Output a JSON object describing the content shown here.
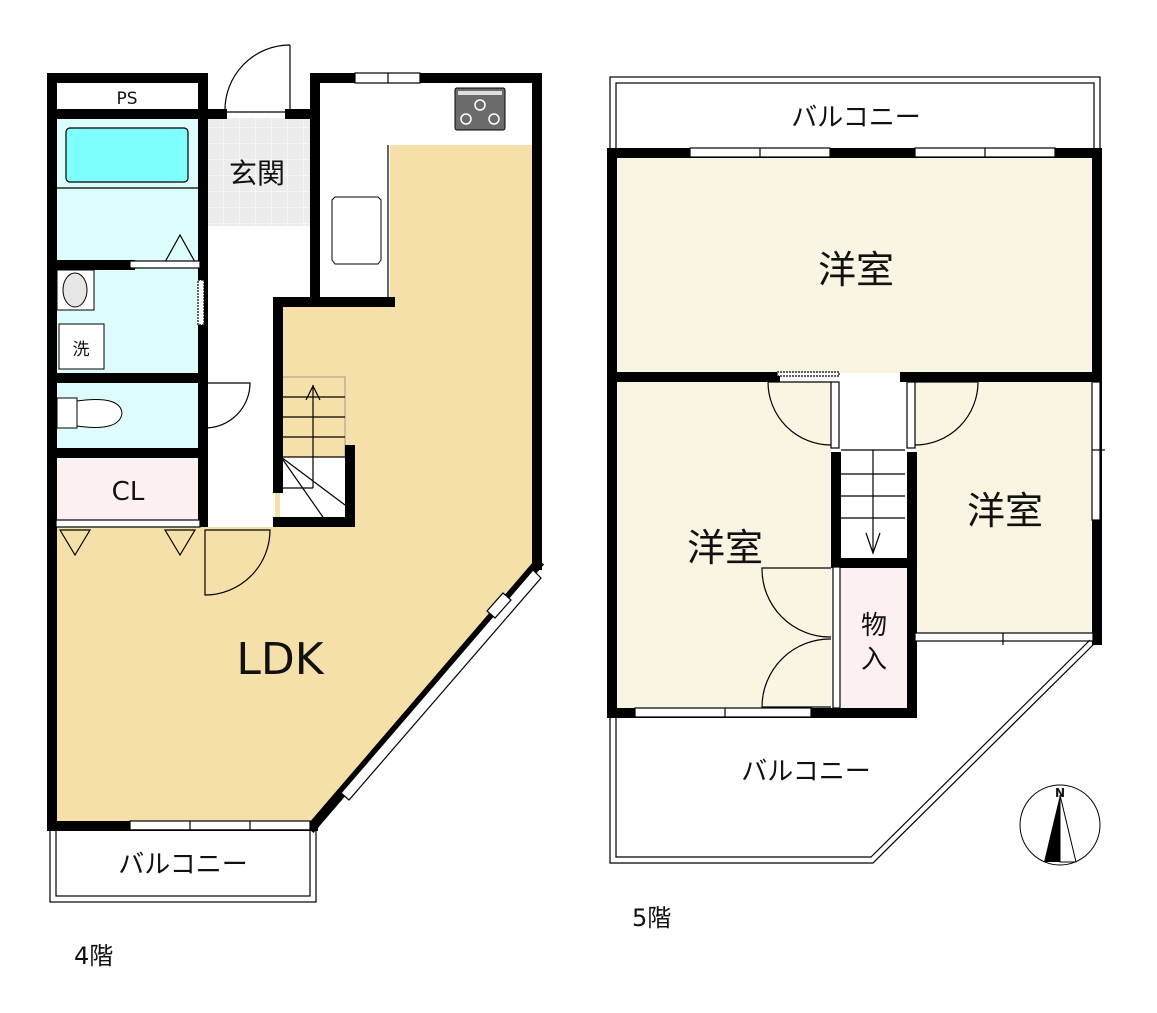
{
  "floor4": {
    "caption": "4階",
    "rooms": {
      "ps": "PS",
      "genkan": "玄関",
      "wash": "洗",
      "cl": "CL",
      "ldk": "LDK",
      "balcony": "バルコニー"
    }
  },
  "floor5": {
    "caption": "5階",
    "rooms": {
      "balcony_top": "バルコニー",
      "western_top": "洋室",
      "western_left": "洋室",
      "western_right": "洋室",
      "storage_line1": "物",
      "storage_line2": "入",
      "balcony_bottom": "バルコニー"
    }
  },
  "compass": {
    "north": "N"
  },
  "colors": {
    "ldk": "#f6e0a9",
    "western": "#faf4e3",
    "wet": "#ddfdfd",
    "tub": "#80ffff",
    "closet": "#fdf0f0",
    "genkan": "#ececec"
  }
}
